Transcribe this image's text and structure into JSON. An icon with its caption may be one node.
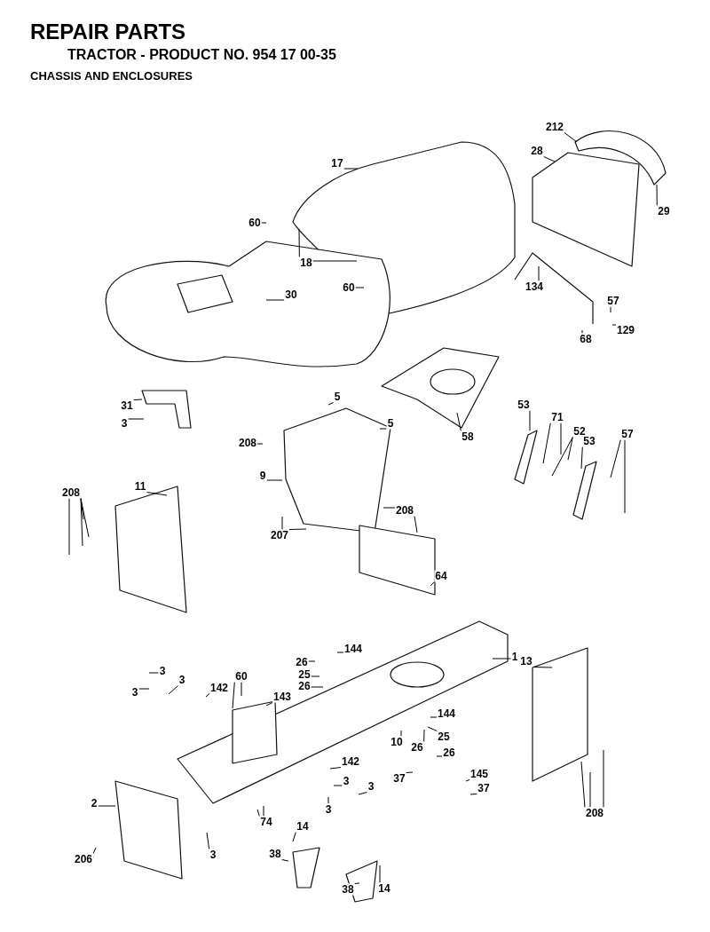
{
  "diagram": {
    "title": "REPAIR PARTS",
    "caption": "TRACTOR - PRODUCT NO. 954 17 00-35",
    "labels": [
      "CHASSIS AND ENCLOSURES"
    ],
    "nodes": [
      {
        "text": [
          "17"
        ]
      },
      {
        "text": [
          "212"
        ]
      },
      {
        "text": [
          "28"
        ]
      },
      {
        "text": [
          "29"
        ]
      },
      {
        "text": [
          "60"
        ]
      },
      {
        "text": [
          "18"
        ]
      },
      {
        "text": [
          "60"
        ]
      },
      {
        "text": [
          "30"
        ]
      },
      {
        "text": [
          "134"
        ]
      },
      {
        "text": [
          "57"
        ]
      },
      {
        "text": [
          "129"
        ]
      },
      {
        "text": [
          "68"
        ]
      },
      {
        "text": [
          "31"
        ]
      },
      {
        "text": [
          "3"
        ]
      },
      {
        "text": [
          "5"
        ]
      },
      {
        "text": [
          "5"
        ]
      },
      {
        "text": [
          "208"
        ]
      },
      {
        "text": [
          "58"
        ]
      },
      {
        "text": [
          "53"
        ]
      },
      {
        "text": [
          "71"
        ]
      },
      {
        "text": [
          "52"
        ]
      },
      {
        "text": [
          "53"
        ]
      },
      {
        "text": [
          "57"
        ]
      },
      {
        "text": [
          "208"
        ]
      },
      {
        "text": [
          "11"
        ]
      },
      {
        "text": [
          "9"
        ]
      },
      {
        "text": [
          "208"
        ]
      },
      {
        "text": [
          "207"
        ]
      },
      {
        "text": [
          "64"
        ]
      },
      {
        "text": [
          "1"
        ]
      },
      {
        "text": [
          "144"
        ]
      },
      {
        "text": [
          "26"
        ]
      },
      {
        "text": [
          "25"
        ]
      },
      {
        "text": [
          "26"
        ]
      },
      {
        "text": [
          "13"
        ]
      },
      {
        "text": [
          "3"
        ]
      },
      {
        "text": [
          "3"
        ]
      },
      {
        "text": [
          "3"
        ]
      },
      {
        "text": [
          "142"
        ]
      },
      {
        "text": [
          "60"
        ]
      },
      {
        "text": [
          "143"
        ]
      },
      {
        "text": [
          "144"
        ]
      },
      {
        "text": [
          "10"
        ]
      },
      {
        "text": [
          "26"
        ]
      },
      {
        "text": [
          "25"
        ]
      },
      {
        "text": [
          "26"
        ]
      },
      {
        "text": [
          "142"
        ]
      },
      {
        "text": [
          "3"
        ]
      },
      {
        "text": [
          "3"
        ]
      },
      {
        "text": [
          "145"
        ]
      },
      {
        "text": [
          "37"
        ]
      },
      {
        "text": [
          "37"
        ]
      },
      {
        "text": [
          "3"
        ]
      },
      {
        "text": [
          "2"
        ]
      },
      {
        "text": [
          "74"
        ]
      },
      {
        "text": [
          "208"
        ]
      },
      {
        "text": [
          "3"
        ]
      },
      {
        "text": [
          "14"
        ]
      },
      {
        "text": [
          "206"
        ]
      },
      {
        "text": [
          "38"
        ]
      },
      {
        "text": [
          "38"
        ]
      },
      {
        "text": [
          "14"
        ]
      }
    ],
    "edges": [
      {
        "from": 0,
        "to": null,
        "arrow": "none"
      },
      {
        "from": 1,
        "to": null,
        "arrow": "none"
      },
      {
        "from": 2,
        "to": null,
        "arrow": "none"
      },
      {
        "from": 3,
        "to": null,
        "arrow": "none"
      },
      {
        "from": 4,
        "to": null,
        "arrow": "none"
      },
      {
        "from": 5,
        "to": null,
        "arrow": "none"
      },
      {
        "from": 5,
        "to": null,
        "arrow": "none"
      },
      {
        "from": 6,
        "to": null,
        "arrow": "none"
      },
      {
        "from": 7,
        "to": null,
        "arrow": "none"
      },
      {
        "from": 8,
        "to": null,
        "arrow": "none"
      },
      {
        "from": 9,
        "to": null,
        "arrow": "none"
      },
      {
        "from": 10,
        "to": null,
        "arrow": "none"
      },
      {
        "from": 11,
        "to": null,
        "arrow": "none"
      },
      {
        "from": 12,
        "to": null,
        "arrow": "none"
      },
      {
        "from": 13,
        "to": null,
        "arrow": "none"
      },
      {
        "from": 14,
        "to": null,
        "arrow": "none"
      },
      {
        "from": 15,
        "to": null,
        "arrow": "none"
      },
      {
        "from": 16,
        "to": null,
        "arrow": "none"
      },
      {
        "from": 17,
        "to": null,
        "arrow": "none"
      },
      {
        "from": 18,
        "to": null,
        "arrow": "none"
      },
      {
        "from": 19,
        "to": null,
        "arrow": "none"
      },
      {
        "from": 19,
        "to": null,
        "arrow": "none"
      },
      {
        "from": 20,
        "to": null,
        "arrow": "none"
      },
      {
        "from": 20,
        "to": null,
        "arrow": "none"
      },
      {
        "from": 21,
        "to": null,
        "arrow": "none"
      },
      {
        "from": 22,
        "to": null,
        "arrow": "none"
      },
      {
        "from": 22,
        "to": null,
        "arrow": "none"
      },
      {
        "from": 23,
        "to": null,
        "arrow": "none"
      },
      {
        "from": 23,
        "to": null,
        "arrow": "none"
      },
      {
        "from": 23,
        "to": null,
        "arrow": "none"
      },
      {
        "from": 23,
        "to": null,
        "arrow": "none"
      },
      {
        "from": 24,
        "to": null,
        "arrow": "none"
      },
      {
        "from": 25,
        "to": null,
        "arrow": "none"
      },
      {
        "from": 26,
        "to": null,
        "arrow": "none"
      },
      {
        "from": 26,
        "to": null,
        "arrow": "none"
      },
      {
        "from": 27,
        "to": null,
        "arrow": "none"
      },
      {
        "from": 27,
        "to": null,
        "arrow": "none"
      },
      {
        "from": 28,
        "to": null,
        "arrow": "none"
      },
      {
        "from": 29,
        "to": null,
        "arrow": "none"
      },
      {
        "from": 30,
        "to": null,
        "arrow": "none"
      },
      {
        "from": 31,
        "to": null,
        "arrow": "none"
      },
      {
        "from": 32,
        "to": null,
        "arrow": "none"
      },
      {
        "from": 33,
        "to": null,
        "arrow": "none"
      },
      {
        "from": 34,
        "to": null,
        "arrow": "none"
      },
      {
        "from": 35,
        "to": null,
        "arrow": "none"
      },
      {
        "from": 36,
        "to": null,
        "arrow": "none"
      },
      {
        "from": 37,
        "to": null,
        "arrow": "none"
      },
      {
        "from": 38,
        "to": null,
        "arrow": "none"
      },
      {
        "from": 39,
        "to": null,
        "arrow": "none"
      },
      {
        "from": 39,
        "to": null,
        "arrow": "none"
      },
      {
        "from": 40,
        "to": null,
        "arrow": "none"
      },
      {
        "from": 41,
        "to": null,
        "arrow": "none"
      },
      {
        "from": 42,
        "to": null,
        "arrow": "none"
      },
      {
        "from": 43,
        "to": null,
        "arrow": "none"
      },
      {
        "from": 44,
        "to": null,
        "arrow": "none"
      },
      {
        "from": 45,
        "to": null,
        "arrow": "none"
      },
      {
        "from": 46,
        "to": null,
        "arrow": "none"
      },
      {
        "from": 47,
        "to": null,
        "arrow": "none"
      },
      {
        "from": 48,
        "to": null,
        "arrow": "none"
      },
      {
        "from": 49,
        "to": null,
        "arrow": "none"
      },
      {
        "from": 50,
        "to": null,
        "arrow": "none"
      },
      {
        "from": 51,
        "to": null,
        "arrow": "none"
      },
      {
        "from": 52,
        "to": null,
        "arrow": "none"
      },
      {
        "from": 53,
        "to": null,
        "arrow": "none"
      },
      {
        "from": 54,
        "to": null,
        "arrow": "none"
      },
      {
        "from": 54,
        "to": null,
        "arrow": "none"
      },
      {
        "from": 55,
        "to": null,
        "arrow": "none"
      },
      {
        "from": 55,
        "to": null,
        "arrow": "none"
      },
      {
        "from": 55,
        "to": null,
        "arrow": "none"
      },
      {
        "from": 56,
        "to": null,
        "arrow": "none"
      },
      {
        "from": 57,
        "to": null,
        "arrow": "none"
      },
      {
        "from": 58,
        "to": null,
        "arrow": "none"
      },
      {
        "from": 59,
        "to": null,
        "arrow": "none"
      },
      {
        "from": 60,
        "to": null,
        "arrow": "none"
      },
      {
        "from": 61,
        "to": null,
        "arrow": "none"
      }
    ]
  }
}
